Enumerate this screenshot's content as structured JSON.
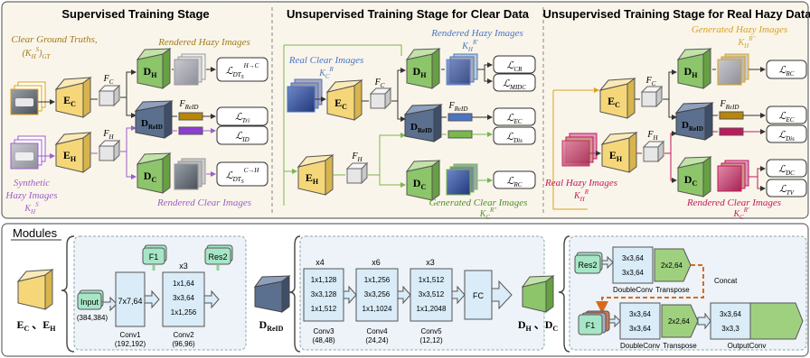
{
  "stages": {
    "supervised": {
      "title": "Supervised Training Stage",
      "clear_gt_label": "Clear Ground Truths,",
      "clear_gt_symbol": "(K_H^S)_GT",
      "synthetic_label_1": "Synthetic",
      "synthetic_label_2": "Hazy Images",
      "synthetic_symbol": "K_H^S",
      "rendered_hazy": "Rendered Hazy Images",
      "rendered_clear": "Rendered Clear Images",
      "fc": "F_C",
      "fh": "F_H",
      "freid": "F_ReID",
      "ec": "E_C",
      "eh": "E_H",
      "dh": "D_H",
      "dc": "D_C",
      "dreid": "D_ReID",
      "loss_h2c": "L_DTS^{H→C}",
      "loss_tri": "L_Tri",
      "loss_id": "L_ID",
      "loss_c2h": "L_DTS^{C→H}"
    },
    "unsup_clear": {
      "title": "Unsupervised Training Stage for Clear Data",
      "real_clear": "Real Clear Images",
      "real_clear_symbol": "K_C^R",
      "rendered_hazy": "Rendered Hazy Images",
      "rendered_hazy_symbol": "K_H^R'",
      "generated_clear": "Generated Clear Images",
      "generated_clear_symbol": "K_C^R''",
      "fc": "F_C",
      "fh": "F_H",
      "freid": "F_ReID",
      "loss_cr": "L_CR",
      "loss_midc": "L_MIDC",
      "loss_ec": "L_EC",
      "loss_dis": "L_Dis",
      "loss_rc": "L_RC"
    },
    "unsup_hazy": {
      "title": "Unsupervised Training Stage for Real Hazy Data",
      "generated_hazy": "Generated Hazy Images",
      "generated_hazy_symbol": "K_H^R''",
      "real_hazy": "Real Hazy Images",
      "real_hazy_symbol": "K_H^R",
      "rendered_clear": "Rendered Clear Images",
      "rendered_clear_symbol": "K_C^R'",
      "fc": "F_C",
      "fh": "F_H",
      "freid": "F_ReID",
      "loss_rc": "L_RC",
      "loss_ec": "L_EC",
      "loss_dis": "L_Dis",
      "loss_dc": "L_DC",
      "loss_tv": "L_TV"
    }
  },
  "modules": {
    "title": "Modules",
    "encoder_label": "E_C 、E_H",
    "encoder": {
      "input": "Input",
      "input_size": "(384,384)",
      "conv1_block": "7x7,64",
      "conv1": "Conv1",
      "conv1_size": "(192,192)",
      "repeat": "x3",
      "conv2_rows": [
        "1x1,64",
        "3x3,64",
        "1x1,256"
      ],
      "conv2": "Conv2",
      "conv2_size": "(96,96)",
      "f1": "F1",
      "res2": "Res2"
    },
    "reid_label": "D_ReID",
    "reid": {
      "conv3_repeat": "x4",
      "conv3_rows": [
        "1x1,128",
        "3x3,128",
        "1x1,512"
      ],
      "conv3": "Conv3",
      "conv3_size": "(48,48)",
      "conv4_repeat": "x6",
      "conv4_rows": [
        "1x1,256",
        "3x3,256",
        "1x1,1024"
      ],
      "conv4": "Conv4",
      "conv4_size": "(24,24)",
      "conv5_repeat": "x3",
      "conv5_rows": [
        "1x1,512",
        "3x3,512",
        "1x1,2048"
      ],
      "conv5": "Conv5",
      "conv5_size": "(12,12)",
      "fc": "FC"
    },
    "decoder_label": "D_H 、D_C",
    "decoder": {
      "res2": "Res2",
      "f1": "F1",
      "dc_rows": [
        "3x3,64",
        "3x3,64"
      ],
      "doubleconv": "DoubleConv",
      "transpose_block": "2x2,64",
      "transpose": "Transpose",
      "concat": "Concat",
      "out_rows": [
        "3x3,64",
        "3x3,3"
      ],
      "outputconv": "OutputConv"
    }
  },
  "colors": {
    "encoder": "#f5d77a",
    "dh": "#8dc56a",
    "dreid": "#5b6f8e",
    "teal_block": "#a6e6c7",
    "blue_block": "#d9ecf8",
    "green_block": "#9fd07f",
    "feat_orange": "#b8860b",
    "feat_purple": "#8a3fd0",
    "feat_green": "#79b84e",
    "supervised_arrow": "#9b5fc9",
    "clear_arrow": "#78b84e",
    "hazy_arrow": "#d9a21b",
    "hazy_pink": "#c2185b"
  }
}
